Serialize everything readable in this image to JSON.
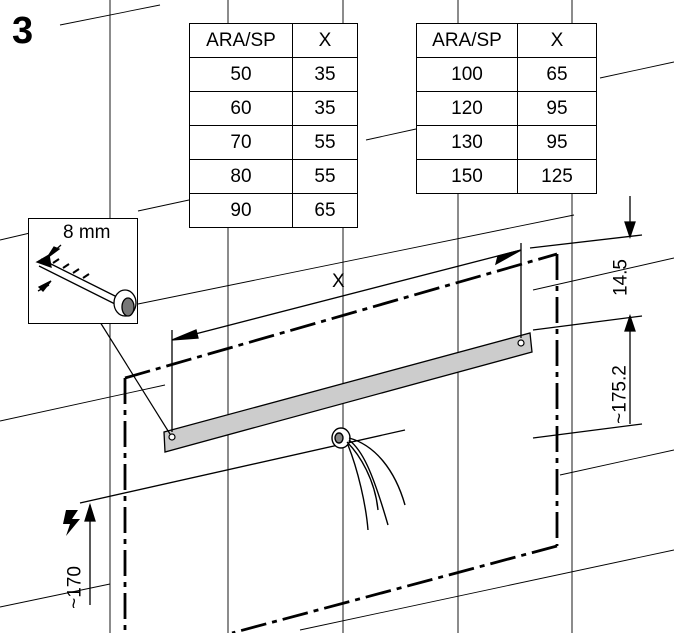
{
  "step_number": "3",
  "table_left": {
    "headers": [
      "ARA/SP",
      "X"
    ],
    "rows": [
      [
        "50",
        "35"
      ],
      [
        "60",
        "35"
      ],
      [
        "70",
        "55"
      ],
      [
        "80",
        "55"
      ],
      [
        "90",
        "65"
      ]
    ]
  },
  "table_right": {
    "headers": [
      "ARA/SP",
      "X"
    ],
    "rows": [
      [
        "100",
        "65"
      ],
      [
        "120",
        "95"
      ],
      [
        "130",
        "95"
      ],
      [
        "150",
        "125"
      ]
    ]
  },
  "drill_size": "8 mm",
  "dimension_x": "X",
  "dimension_top": "14.5",
  "dimension_right": "~175.2",
  "dimension_left": "~170",
  "warning_icon": "electrical-hazard-icon"
}
